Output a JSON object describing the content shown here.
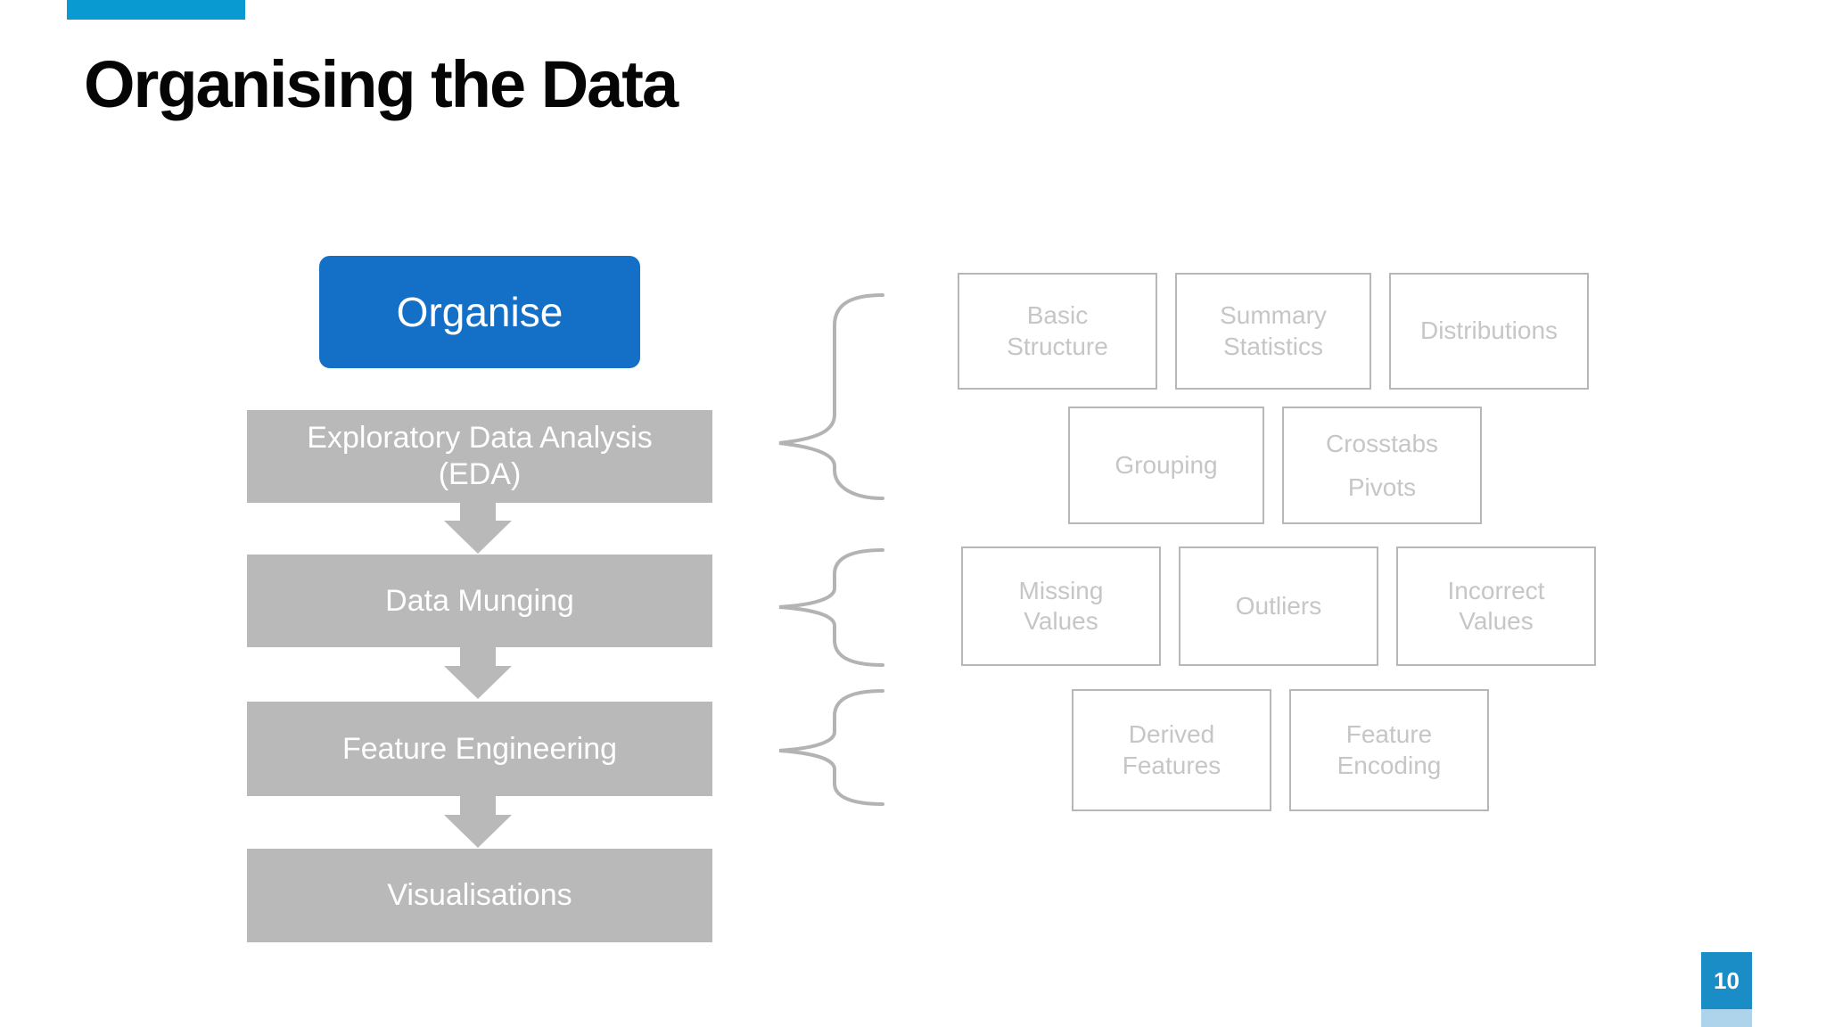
{
  "slide": {
    "title": "Organising the Data",
    "page_number": "10"
  },
  "colors": {
    "accent_bar_blue": "#0a9ad2",
    "organise_button_blue": "#1470c6",
    "step_box_gray": "#b9b9b9",
    "outline_box_border_gray": "#b7b7b7",
    "outline_box_text_gray": "#c6c6c6",
    "page_badge_blue": "#1a8cc6",
    "page_badge_light_blue": "#aed4ec"
  },
  "flow": {
    "organise": "Organise",
    "steps": [
      "Exploratory Data Analysis\n(EDA)",
      "Data Munging",
      "Feature Engineering",
      "Visualisations"
    ]
  },
  "details": {
    "eda": [
      "Basic\nStructure",
      "Summary\nStatistics",
      "Distributions",
      "Grouping",
      "Crosstabs\nPivots"
    ],
    "munging": [
      "Missing\nValues",
      "Outliers",
      "Incorrect\nValues"
    ],
    "feature": [
      "Derived\nFeatures",
      "Feature\nEncoding"
    ]
  }
}
